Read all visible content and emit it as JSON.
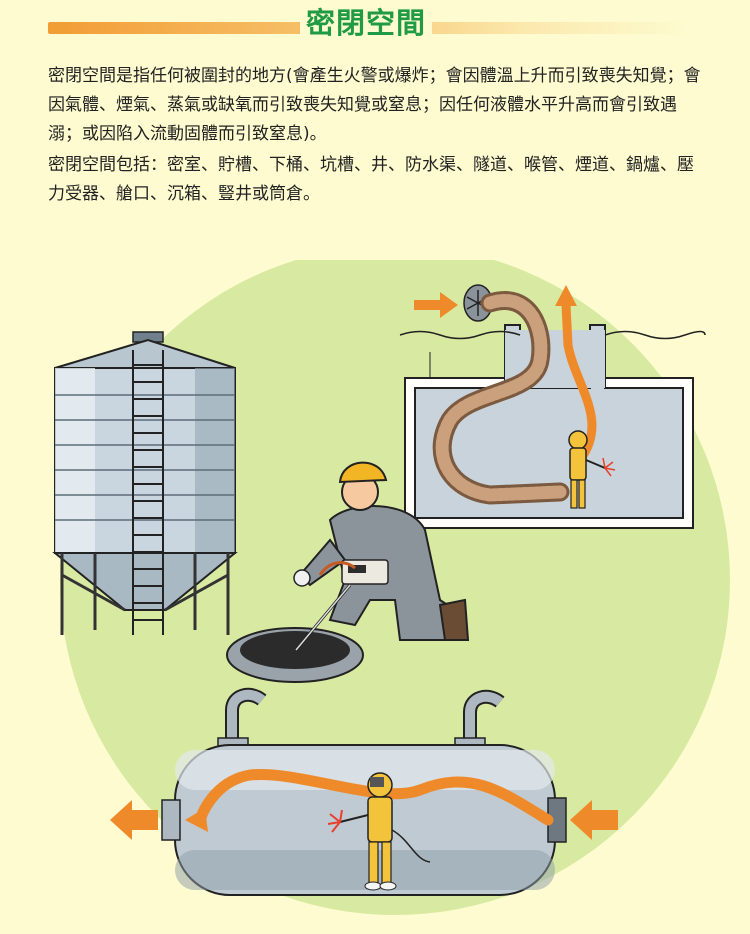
{
  "header": {
    "title": "密閉空間"
  },
  "content": {
    "definition": "密閉空間是指任何被圍封的地方(會產生火警或爆炸；會因體溫上升而引致喪失知覺；會因氣體、煙氣、蒸氣或缺氧而引致喪失知覺或窒息；因任何液體水平升高而會引致遇溺；或因陷入流動固體而引致窒息)。",
    "examples": "密閉空間包括：密室、貯槽、下桶、坑槽、井、防水渠、隧道、喉管、煙道、鍋爐、壓力受器、艙口、沉箱、豎井或筒倉。"
  },
  "colors": {
    "title": "#1f9a46",
    "accent_bar": "#f29c34",
    "background": "#fdfbcf",
    "circle": "#d8eaa1",
    "arrow": "#ef8a2b"
  }
}
